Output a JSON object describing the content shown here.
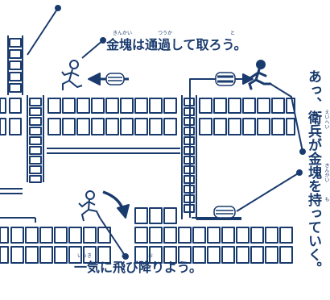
{
  "colors": {
    "ink": "#1a3b6e",
    "paper": "#ffffff"
  },
  "captions": {
    "gold_pass": "金塊は通過して取ろう。",
    "guard_carry_1": "あっ、",
    "guard_carry_2": "衛兵が金塊を持っていく。",
    "jump_down": "一気に飛び降りよう。"
  },
  "furigana": {
    "kinkai": "きんかい",
    "tsuuka": "つうか",
    "to": "と",
    "eihei": "えいへい",
    "kinkai_v": "きんかい",
    "mo": "も",
    "ikki": "いっき",
    "to2": "と",
    "o": "お"
  },
  "icons": {
    "runner": "runner-figure-icon",
    "guard": "guard-figure-icon",
    "gold": "gold-ingot-icon"
  }
}
